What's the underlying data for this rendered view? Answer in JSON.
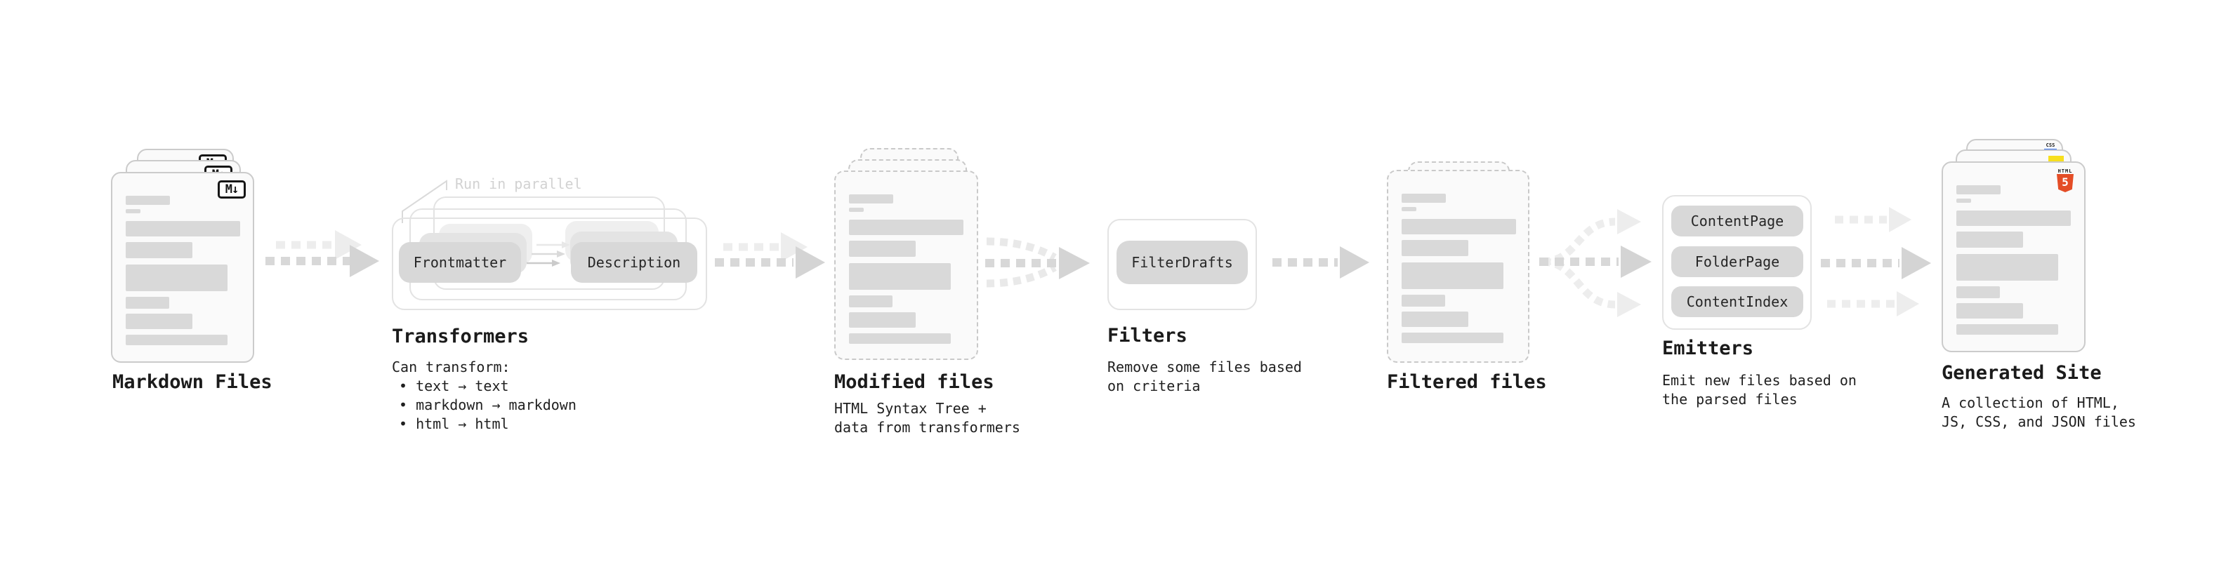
{
  "diagram": {
    "markdown_files": {
      "title": "Markdown Files",
      "badge": "M↓"
    },
    "transformers": {
      "note": "Run in parallel",
      "chips": [
        "Frontmatter",
        "Description"
      ],
      "title": "Transformers",
      "desc_heading": "Can transform:",
      "bullets": [
        "• text → text",
        "• markdown → markdown",
        "• html → html"
      ]
    },
    "modified_files": {
      "title": "Modified files",
      "desc": [
        "HTML Syntax Tree +",
        "data from transformers"
      ]
    },
    "filters": {
      "chips": [
        "FilterDrafts"
      ],
      "title": "Filters",
      "desc": [
        "Remove some files based",
        "on criteria"
      ]
    },
    "filtered_files": {
      "title": "Filtered files"
    },
    "emitters": {
      "chips": [
        "ContentPage",
        "FolderPage",
        "ContentIndex"
      ],
      "title": "Emitters",
      "desc": [
        "Emit new files based on",
        "the parsed files"
      ]
    },
    "generated_site": {
      "title": "Generated Site",
      "desc": [
        "A collection of HTML,",
        "JS, CSS, and JSON files"
      ],
      "badges": {
        "html_label": "HTML",
        "html_number": "5",
        "css_label": "CSS"
      }
    }
  },
  "colors": {
    "background": "#ffffff",
    "doc_fill": "#fafafa",
    "doc_border": "#cbcbcb",
    "bar_gray": "#d9d9d9",
    "chip_gray": "#d8d8d8",
    "arrow_dark": "#d8d8d8",
    "arrow_light": "#ededed",
    "note_gray": "#d2d2d2",
    "text_dark": "#1b1b1b",
    "html5_orange": "#e44d26",
    "js_yellow": "#f7df1e",
    "css_blue": "#2f6df2"
  }
}
